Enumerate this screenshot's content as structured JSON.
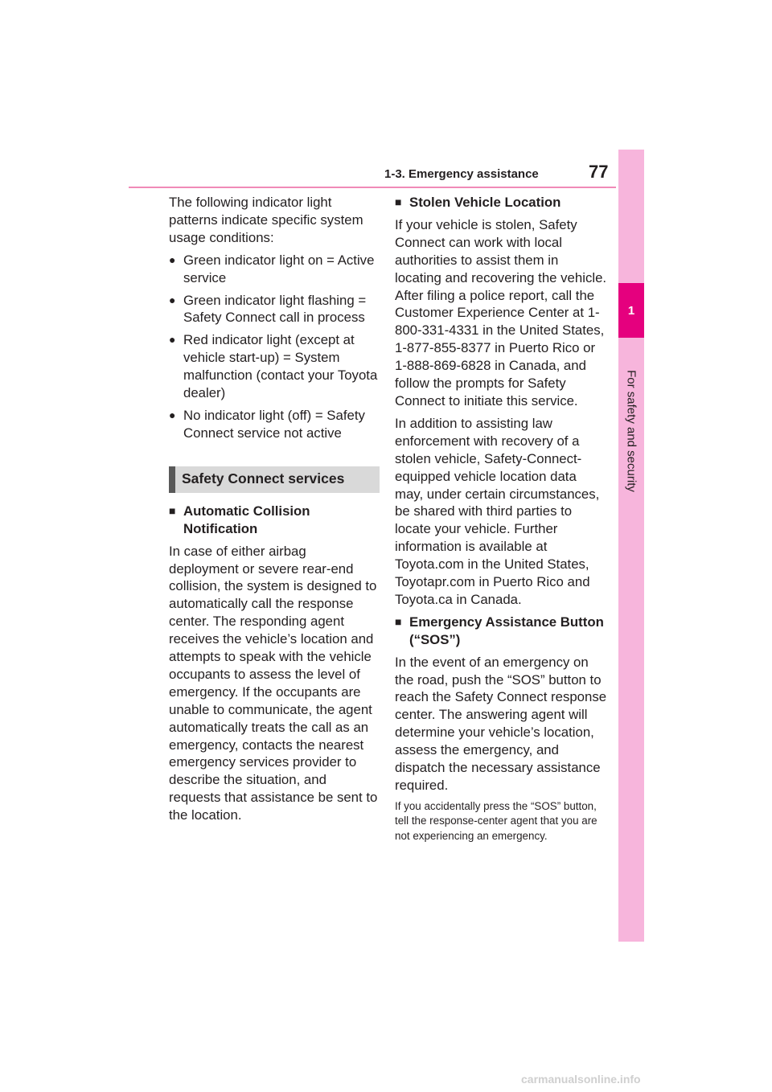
{
  "header": {
    "title": "1-3. Emergency assistance",
    "page_number": "77"
  },
  "side_tab": {
    "number": "1",
    "label": "For safety and security"
  },
  "left": {
    "intro": "The following indicator light patterns indicate specific system usage conditions:",
    "bullet_marker": "●",
    "bullets": [
      "Green indicator light on = Active service",
      "Green indicator light flashing = Safety Connect call in process",
      "Red indicator light (except at vehicle start-up) = System malfunction (contact your Toyota dealer)",
      "No indicator light (off) = Safety Connect service not active"
    ],
    "section_title": "Safety Connect services",
    "subhead_marker": "■",
    "subhead": "Automatic Collision Notification",
    "body": "In case of either airbag deployment or severe rear-end collision, the system is designed to automatically call the response center. The responding agent receives the vehicle’s location and attempts to speak with the vehicle occupants to assess the level of emergency. If the occupants are unable to communicate, the agent automatically treats the call as an emergency, contacts the nearest emergency services provider to describe the situation, and requests that assistance be sent to the location."
  },
  "right": {
    "subhead_marker": "■",
    "subhead1": "Stolen Vehicle Location",
    "para1": "If your vehicle is stolen, Safety Connect can work with local authorities to assist them in locating and recovering the vehicle. After filing a police report, call the Customer Experience Center at 1-800-331-4331 in the United States, 1-877-855-8377 in Puerto Rico or 1-888-869-6828 in Canada, and follow the prompts for Safety Connect to initiate this service.",
    "para2": "In addition to assisting law enforcement with recovery of a stolen vehicle, Safety-Connect-equipped vehicle location data may, under certain circumstances, be shared with third parties to locate your vehicle. Further information is available at Toyota.com in the United States, Toyotapr.com in Puerto Rico and Toyota.ca in Canada.",
    "subhead2": "Emergency Assistance Button (“SOS”)",
    "para3": "In the event of an emergency on the road, push the “SOS” button to reach the Safety Connect response center. The answering agent will determine your vehicle’s location, assess the emergency, and dispatch the necessary assistance required.",
    "note": "If you accidentally press the “SOS” button, tell the response-center agent that you are not experiencing an emergency."
  },
  "watermark": "carmanualsonline.info"
}
